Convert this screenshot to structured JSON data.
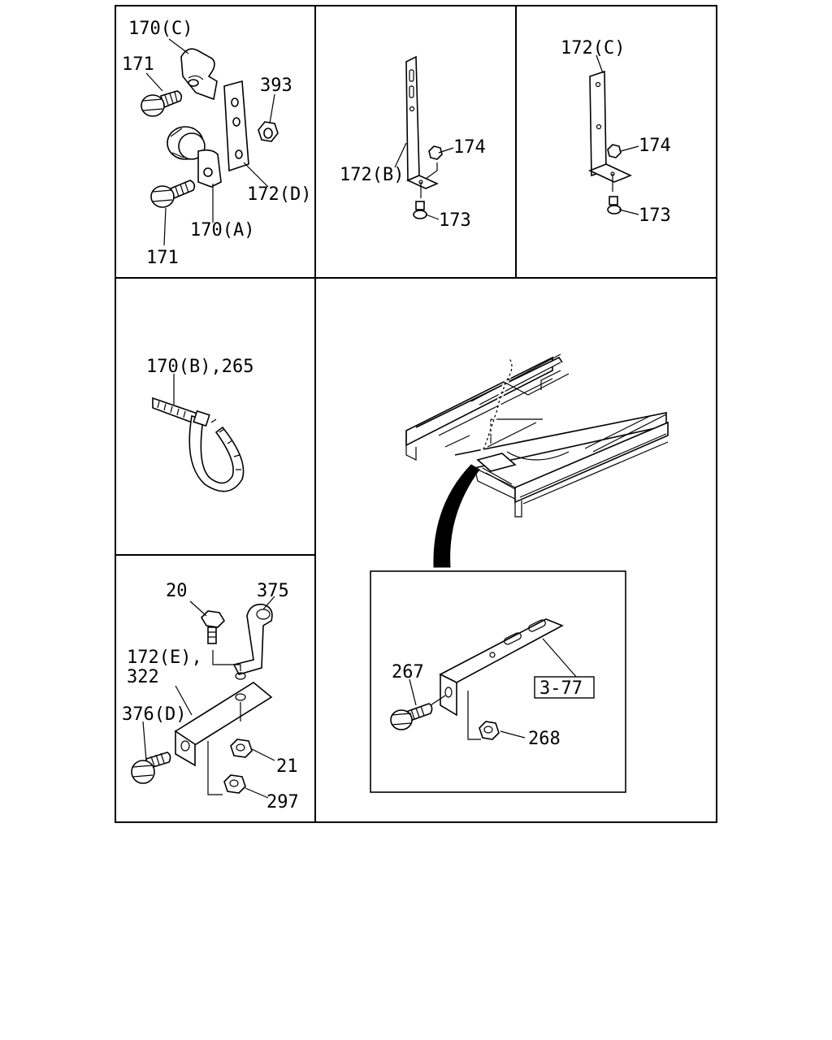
{
  "panels": {
    "clip_assembly": {
      "label_170c": "170(C)",
      "label_171_top": "171",
      "label_393": "393",
      "label_172d": "172(D)",
      "label_170a": "170(A)",
      "label_171_bottom": "171"
    },
    "bracket_b": {
      "label_172b": "172(B)",
      "label_174": "174",
      "label_173": "173"
    },
    "bracket_c": {
      "label_172c": "172(C)",
      "label_174": "174",
      "label_173": "173"
    },
    "cable_tie": {
      "label": "170(B),265"
    },
    "bracket_e": {
      "label_20": "20",
      "label_375": "375",
      "label_172e_line1": "172(E),",
      "label_172e_line2": "322",
      "label_376d": "376(D)",
      "label_21": "21",
      "label_297": "297"
    },
    "detail": {
      "label_267": "267",
      "label_268": "268",
      "ref_box": "3-77"
    }
  }
}
